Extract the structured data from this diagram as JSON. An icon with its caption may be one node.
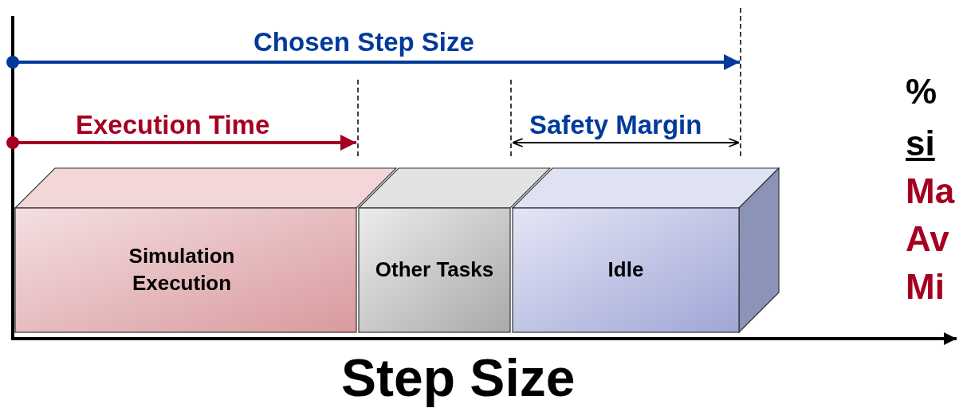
{
  "diagram": {
    "nodes": [
      {
        "text": [
          "Simulation Execution"
        ]
      },
      {
        "text": [
          "Other Tasks"
        ]
      },
      {
        "text": [
          "Idle"
        ]
      }
    ],
    "labels": [
      "Chosen Step Size",
      "Execution Time",
      "Safety Margin",
      "%",
      "si",
      "Ma",
      "Av",
      "Mi",
      "Step Size"
    ]
  }
}
